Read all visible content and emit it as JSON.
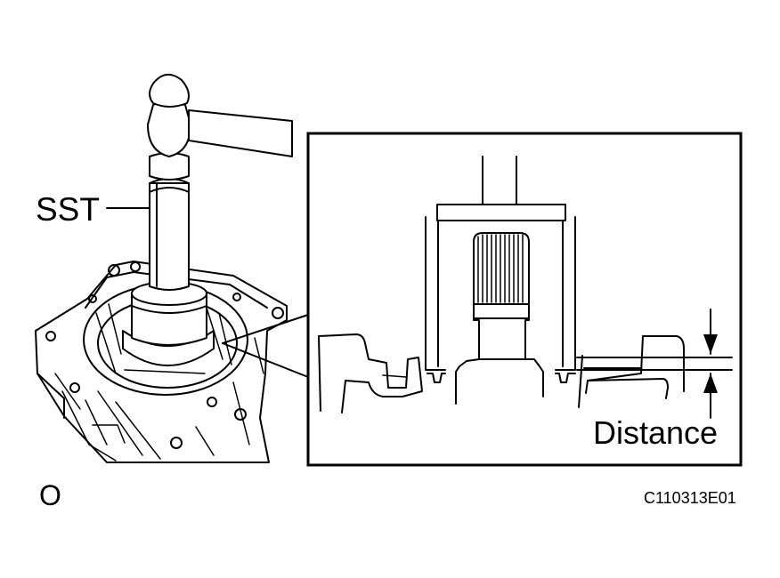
{
  "diagram": {
    "labels": {
      "tool": "SST",
      "measurement": "Distance",
      "view_mark": "O",
      "illustration_code": "C110313E01"
    },
    "colors": {
      "ink": "#000000",
      "paper": "#ffffff"
    }
  }
}
